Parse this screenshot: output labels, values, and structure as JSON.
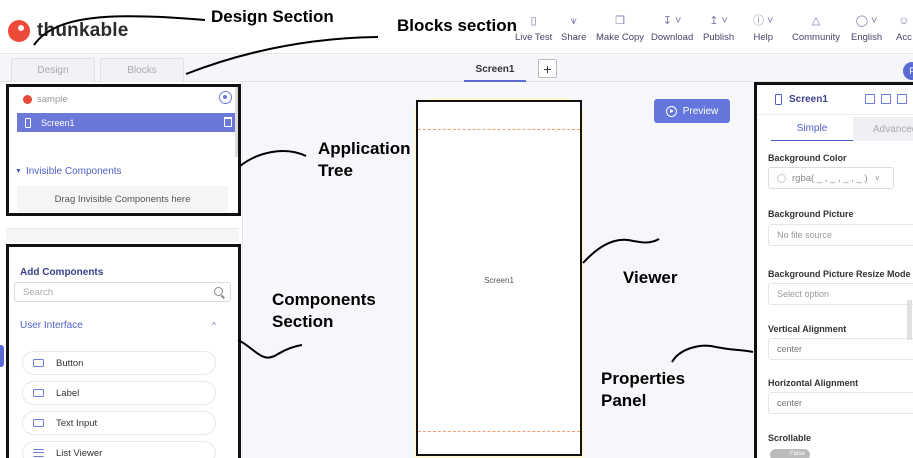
{
  "app": {
    "logo_text": "thunkable"
  },
  "menu": [
    {
      "label": "Live Test",
      "icon": "phone-icon"
    },
    {
      "label": "Share",
      "icon": "share-icon"
    },
    {
      "label": "Make Copy",
      "icon": "copy-icon"
    },
    {
      "label": "Download",
      "icon": "download-icon"
    },
    {
      "label": "Publish",
      "icon": "publish-icon"
    },
    {
      "label": "Help",
      "icon": "info-icon"
    },
    {
      "label": "Community",
      "icon": "community-icon"
    },
    {
      "label": "English",
      "icon": "globe-icon"
    },
    {
      "label": "Acc",
      "icon": "account-icon"
    }
  ],
  "tabs": {
    "design": "Design",
    "blocks": "Blocks",
    "screen": "Screen1",
    "add": "+"
  },
  "avatar_letter": "F",
  "tree": {
    "app_name": "sample",
    "screen_name": "Screen1",
    "invisible_label": "Invisible Components",
    "invisible_drop": "Drag Invisible Components here",
    "divider_dots": "..."
  },
  "components": {
    "title": "Add Components",
    "search_placeholder": "Search",
    "section": "User Interface",
    "items": [
      "Button",
      "Label",
      "Text Input",
      "List Viewer"
    ]
  },
  "viewer": {
    "preview_label": "Preview",
    "screen_label": "Screen1"
  },
  "properties": {
    "screen_title": "Screen1",
    "tab_simple": "Simple",
    "tab_advanced": "Advanced",
    "background_color_label": "Background Color",
    "background_color_value": "rgba( _ , _ , _ , _ )",
    "background_picture_label": "Background Picture",
    "background_picture_value": "No file source",
    "resize_mode_label": "Background Picture Resize Mode",
    "resize_mode_value": "Select option",
    "vertical_label": "Vertical Alignment",
    "vertical_value": "center",
    "horizontal_label": "Horizontal Alignment",
    "horizontal_value": "center",
    "scrollable_label": "Scrollable",
    "toggle_text": "False"
  },
  "annotations": {
    "design": "Design Section",
    "blocks": "Blocks section",
    "app_tree_1": "Application",
    "app_tree_2": "Tree",
    "components_1": "Components",
    "components_2": "Section",
    "viewer": "Viewer",
    "properties_1": "Properties",
    "properties_2": "Panel"
  },
  "colors": {
    "accent": "#5a6bd6",
    "selected_row": "#6b78d8",
    "phone_frame": "#fff6d6"
  }
}
